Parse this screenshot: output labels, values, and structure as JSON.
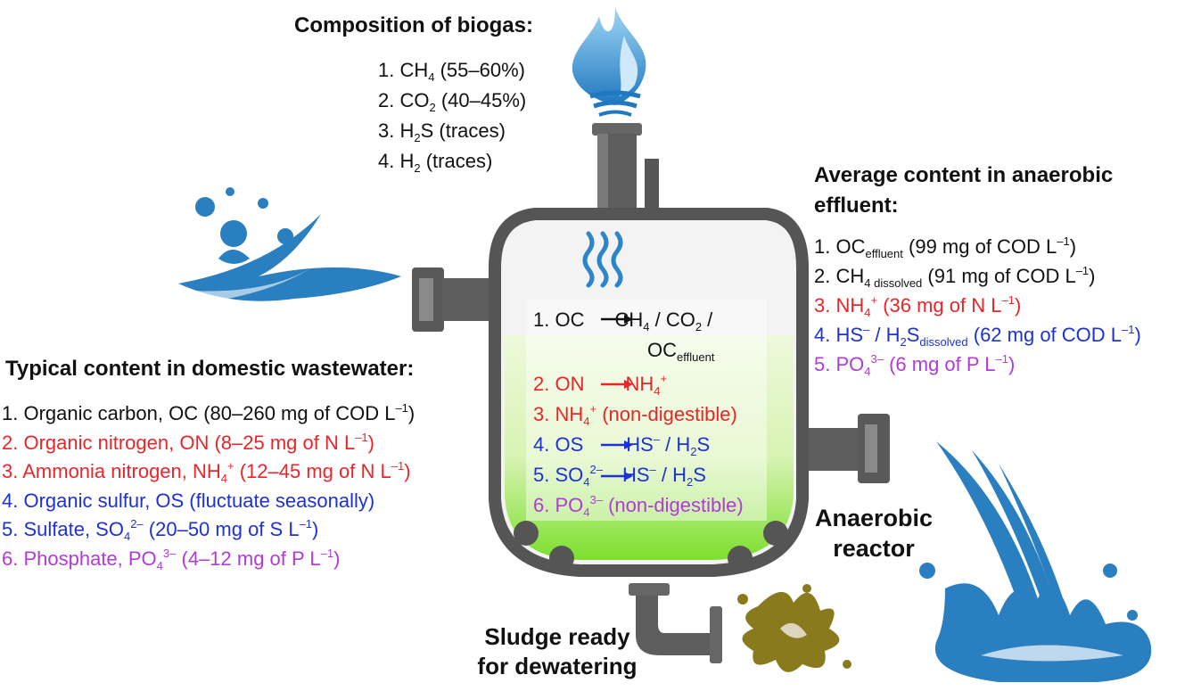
{
  "biogas": {
    "title": "Composition of biogas:",
    "items": [
      {
        "num": "1. ",
        "main": "CH",
        "sub": "4",
        "rest": " (55–60%)"
      },
      {
        "num": "2. ",
        "main": "CO",
        "sub": "2",
        "rest": " (40–45%)"
      },
      {
        "num": "3. ",
        "main": "H",
        "sub": "2",
        "rest": "S (traces)"
      },
      {
        "num": "4. ",
        "main": "H",
        "sub": "2",
        "rest": " (traces)"
      }
    ]
  },
  "effluent": {
    "title_1": "Average content in anaerobic",
    "title_2": "effluent:",
    "item1": {
      "a": "1. OC",
      "sub": "effluent",
      "b": " (99 mg of COD L",
      "sup": "–1",
      "c": ")"
    },
    "item2": {
      "a": "2. CH",
      "sub": "4 dissolved",
      "b": " (91 mg of COD L",
      "sup": "–1",
      "c": ")"
    },
    "item3": {
      "a": "3. NH",
      "sub": "4",
      "sup1": "+",
      "b": " (36 mg of N L",
      "sup": "–1",
      "c": ")"
    },
    "item4": {
      "a": "4. HS",
      "sup0": "–",
      "b": " / H",
      "sub": "2",
      "b2": "S",
      "sub2": "dissolved",
      "c": " (62 mg of COD L",
      "sup": "–1",
      "d": ")"
    },
    "item5": {
      "a": "5. PO",
      "sub": "4",
      "sup1": "3–",
      "b": " (6 mg of P L",
      "sup": "–1",
      "c": ")"
    }
  },
  "wastewater": {
    "title": "Typical content in domestic wastewater:",
    "item1": {
      "a": "1. Organic carbon, OC (80–260 mg of COD L",
      "sup": "–1",
      "b": ")"
    },
    "item2": {
      "a": "2. Organic nitrogen, ON (8–25 mg of N L",
      "sup": "–1",
      "b": ")"
    },
    "item3": {
      "a": "3. Ammonia nitrogen, NH",
      "sub": "4",
      "sup1": "+",
      "b": " (12–45 mg of N L",
      "sup": "–1",
      "c": ")"
    },
    "item4": {
      "a": "4. Organic sulfur, OS (fluctuate seasonally)"
    },
    "item5": {
      "a": "5. Sulfate, SO",
      "sub": "4",
      "sup1": "2–",
      "b": " (20–50 mg of S L",
      "sup": "–1",
      "c": ")"
    },
    "item6": {
      "a": "6. Phosphate, PO",
      "sub": "4",
      "sup1": "3–",
      "b": " (4–12 mg of P L",
      "sup": "–1",
      "c": ")"
    }
  },
  "reactions": {
    "r1": {
      "a": "1. OC",
      "b": "CH",
      "sub": "4",
      "c": " / CO",
      "sub2": "2",
      "d": " /",
      "e": "OC",
      "sub3": "effluent"
    },
    "r2": {
      "a": "2. ON",
      "b": "NH",
      "sub": "4",
      "sup": "+"
    },
    "r3": {
      "a": "3. NH",
      "sub": "4",
      "sup": "+",
      "b": " (non-digestible)"
    },
    "r4": {
      "a": "4. OS",
      "b": "HS",
      "sup": "–",
      "c": " / H",
      "sub": "2",
      "d": "S"
    },
    "r5": {
      "a": "5. SO",
      "sub": "4",
      "sup": "2–",
      "b": "HS",
      "sup2": "–",
      "c": " / H",
      "sub2": "2",
      "d": "S"
    },
    "r6": {
      "a": "6. PO",
      "sub": "4",
      "sup": "3–",
      "b": " (non-digestible)"
    }
  },
  "labels": {
    "reactor_1": "Anaerobic",
    "reactor_2": "reactor",
    "sludge_1": "Sludge ready",
    "sludge_2": "for dewatering"
  },
  "colors": {
    "organic_carbon": "#111111",
    "nitrogen": "#e8262a",
    "sulfur": "#1d31d6",
    "phosphate": "#b23ad8",
    "reactor_shell": "#5a5a5a",
    "liquid": "#8fe33a",
    "water": "#2a7fc0",
    "sludge": "#8a7a1e"
  },
  "icons": [
    "flame-icon",
    "water-splash-icon",
    "water-fall-icon",
    "sludge-splat-icon",
    "heat-waves-icon"
  ]
}
